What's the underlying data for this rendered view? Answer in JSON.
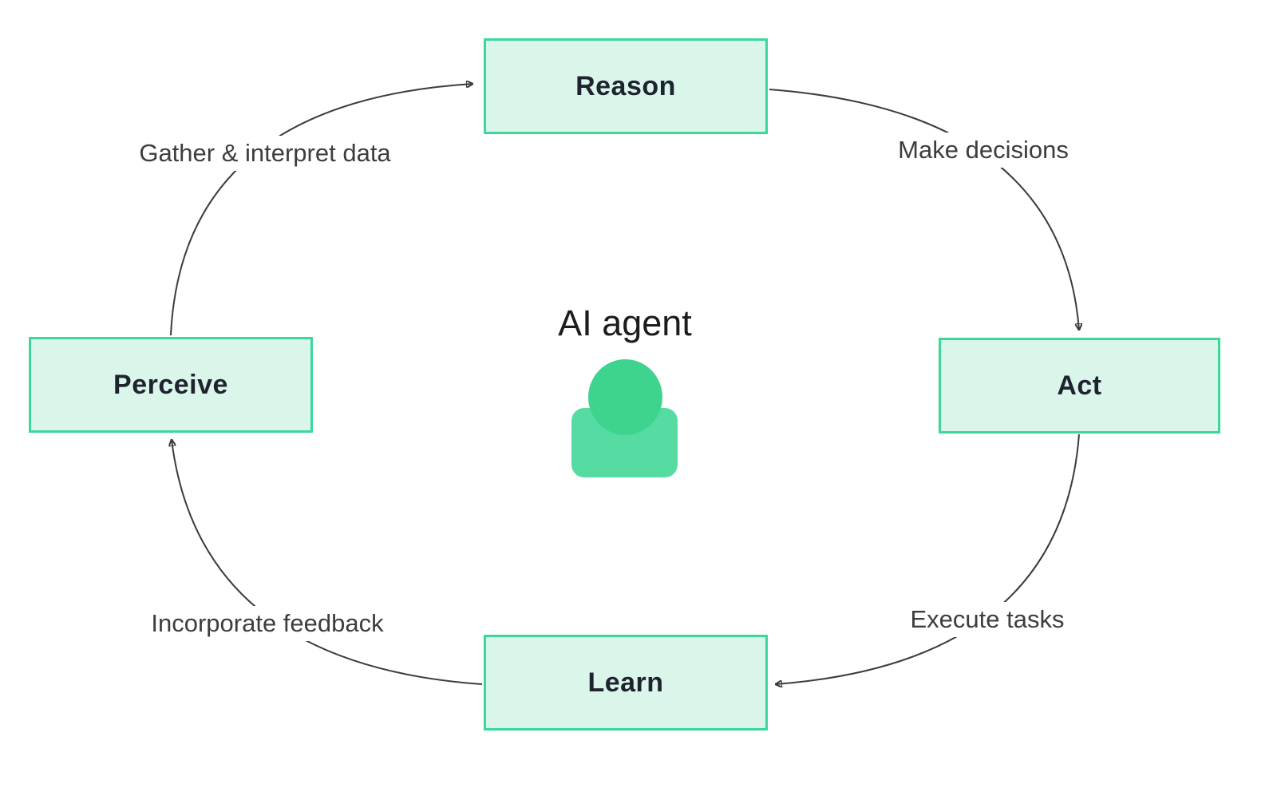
{
  "diagram": {
    "center": {
      "title": "AI agent",
      "icon": "person-icon"
    },
    "nodes": [
      {
        "id": "reason",
        "label": "Reason"
      },
      {
        "id": "act",
        "label": "Act"
      },
      {
        "id": "learn",
        "label": "Learn"
      },
      {
        "id": "perceive",
        "label": "Perceive"
      }
    ],
    "edges": [
      {
        "from": "perceive",
        "to": "reason",
        "label": "Gather & interpret data"
      },
      {
        "from": "reason",
        "to": "act",
        "label": "Make decisions"
      },
      {
        "from": "act",
        "to": "learn",
        "label": "Execute tasks"
      },
      {
        "from": "learn",
        "to": "perceive",
        "label": "Incorporate feedback"
      }
    ],
    "colors": {
      "background": "#ffffff",
      "node_fill": "#daf6ea",
      "node_border": "#3bd79b",
      "node_text": "#1f2330",
      "arrow": "#3c3c3c",
      "label_text": "#3d3d3d",
      "title_text": "#1c1c1c",
      "agent_head": "#3ed48f",
      "agent_body": "#56dca3"
    }
  }
}
